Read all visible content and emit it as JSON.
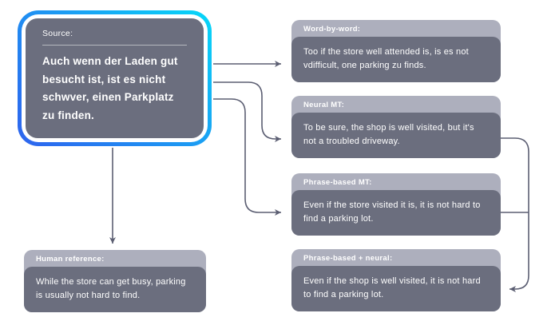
{
  "colors": {
    "card_body": "#6B6E7E",
    "card_header": "#ADAFBD",
    "arrow": "#5B5E72",
    "source_gradient_blue": "#2E63EE",
    "source_gradient_cyan": "#06D8F8",
    "text": "#FFFFFF"
  },
  "source": {
    "label": "Source:",
    "text": "Auch wenn der Laden gut besucht ist, ist es nicht schwver, einen Parkplatz zu finden."
  },
  "cards": [
    {
      "id": "word-by-word",
      "title": "Word-by-word:",
      "text": "Too if the store well attended is, is es not vdifficult, one parking zu finds."
    },
    {
      "id": "neural-mt",
      "title": "Neural MT:",
      "text": "To be sure, the shop is well visited, but it's not a troubled driveway."
    },
    {
      "id": "phrase-based-mt",
      "title": "Phrase-based MT:",
      "text": "Even if the store visited it is, it is not hard to find a parking lot."
    },
    {
      "id": "phrase-based-neural",
      "title": "Phrase-based + neural:",
      "text": "Even if the shop is well visited, it is not hard to find a parking lot."
    },
    {
      "id": "human-reference",
      "title": "Human reference:",
      "text": "While the store can get busy, parking is usually not hard to find."
    }
  ]
}
